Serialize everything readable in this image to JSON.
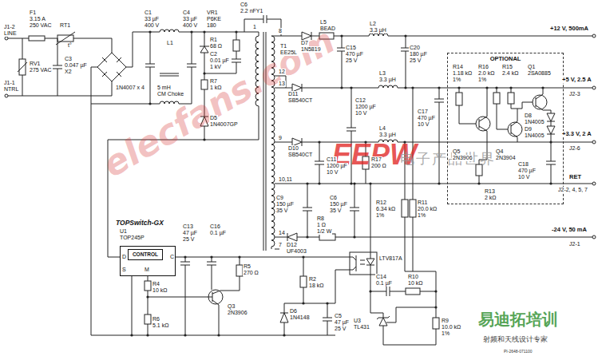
{
  "diagram": {
    "nodes": [
      {
        "text": [
          "OPTIONAL"
        ]
      },
      {
        "text": [
          "TOPSwitch-GX",
          "U1 TOP245P"
        ]
      },
      {
        "text": [
          "CONTROL"
        ],
        "in": 1
      }
    ],
    "labels": [
      "J1-2",
      "LINE",
      "J1-1",
      "NTRL",
      "F1",
      "3.15 A",
      "250 VAC",
      "RT1",
      "t°",
      "RV1",
      "275 VAC",
      "C3",
      "0.047 µF",
      "X2",
      "1N4007 x 4",
      "C1",
      "33 µF",
      "400 V",
      "L1",
      "5 mH",
      "CM Choke",
      "C4",
      "33 µF",
      "400 V",
      "VR1",
      "P6KE",
      "180",
      "R1",
      "68 Ω",
      "C2",
      "0.01 µF",
      "1 kV",
      "R7",
      "1 kΩ",
      "D5",
      "1N4007GP",
      "C6",
      "2.2 nFY1",
      "T1",
      "EE25L",
      "1",
      "8",
      "12",
      "13",
      "9",
      "10,11",
      "14",
      "7",
      "D7",
      "1N5819",
      "L5",
      "BEAD",
      "C15",
      "470 µF",
      "25 V",
      "L2",
      "3.3 µH",
      "C20",
      "180 µF",
      "25 V",
      "+12 V, 500mA",
      "D11",
      "SB540CT",
      "L3",
      "3.3 µH",
      "C12",
      "1200 µF",
      "10 V",
      "D10",
      "SB540CT",
      "C11",
      "1200 µF",
      "10 V",
      "R17",
      "200 Ω",
      "L4",
      "3.3 µH",
      "C17",
      "470 µF",
      "10 V",
      "R14",
      "1.18 kΩ",
      "1%",
      "R16",
      "2.0 kΩ",
      "1%",
      "R15",
      "2.4 kΩ",
      "Q1",
      "2SA0885",
      "Q5",
      "2N3906",
      "Q4",
      "2N3904",
      "D8",
      "1N4005",
      "D9",
      "1N4005",
      "+5 V, 2.5 A",
      "J2-3",
      "+3.3 V, 2 A",
      "J2-6",
      "C18",
      "470 µF",
      "10 V",
      "R13",
      "2 kΩ",
      "RET",
      "J2-2, 4, 5, 7",
      "R12",
      "6.34 kΩ",
      "1%",
      "R11",
      "20.0 kΩ",
      "1%",
      "C9",
      "150 µF",
      "35 V",
      "C6",
      "150 µF",
      "35 V",
      "D12",
      "UF4003",
      "R8",
      "1 Ω",
      "1/2 W",
      "-24 V, 50 mA",
      "J2-1",
      "LTV817A",
      "C14",
      "0.1 µF",
      "R10",
      "10 kΩ",
      "U3",
      "TL431",
      "R9",
      "10.0 kΩ",
      "1%",
      "D",
      "C",
      "S",
      "M",
      "C13",
      "47 µF",
      "25 V",
      "C16",
      "0.1 µF",
      "R5",
      "270 Ω",
      "R4",
      "10 kΩ",
      "R6",
      "5.1 kΩ",
      "Q3",
      "2N3906",
      "R2",
      "18 kΩ",
      "D6",
      "1N4148",
      "C5",
      "47 µF",
      "25 V",
      "PI-2648-071100",
      "elecfans.com",
      "EEPW",
      "电子产品世界",
      "易迪拓培训",
      "射频和天线设计专家"
    ]
  }
}
